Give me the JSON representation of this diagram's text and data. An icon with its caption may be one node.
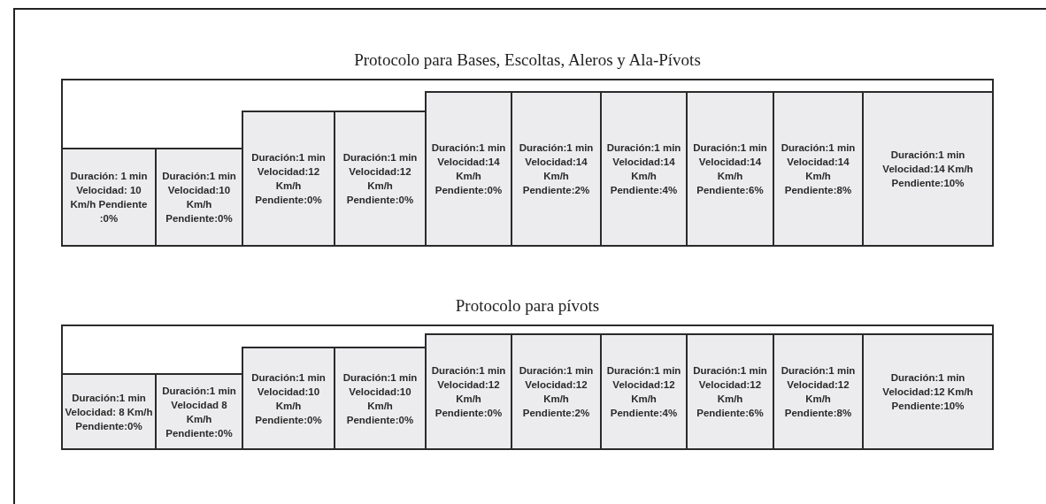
{
  "diagram": {
    "nodes": [
      {
        "text": [
          "Protocolo para Bases, Escoltas, Aleros y Ala-Pívots"
        ]
      },
      {
        "text": [
          "Duración: 1 min Velocidad: 10 Km/h Pendiente :0%"
        ],
        "in": 0
      },
      {
        "text": [
          "Duración:1 min Velocidad:10 Km/h Pendiente:0%"
        ],
        "in": 0
      },
      {
        "text": [
          "Duración:1 min Velocidad:12 Km/h Pendiente:0%"
        ],
        "in": 0
      },
      {
        "text": [
          "Duración:1 min Velocidad:12 Km/h Pendiente:0%"
        ],
        "in": 0
      },
      {
        "text": [
          "Duración:1 min Velocidad:14 Km/h Pendiente:0%"
        ],
        "in": 0
      },
      {
        "text": [
          "Duración:1 min Velocidad:14 Km/h Pendiente:2%"
        ],
        "in": 0
      },
      {
        "text": [
          "Duración:1 min Velocidad:14 Km/h Pendiente:4%"
        ],
        "in": 0
      },
      {
        "text": [
          "Duración:1 min Velocidad:14 Km/h Pendiente:6%"
        ],
        "in": 0
      },
      {
        "text": [
          "Duración:1 min Velocidad:14 Km/h Pendiente:8%"
        ],
        "in": 0
      },
      {
        "text": [
          "Duración:1 min Velocidad:14 Km/h Pendiente:10%"
        ],
        "in": 0
      },
      {
        "text": [
          "Protocolo para pívots"
        ]
      },
      {
        "text": [
          "Duración:1 min Velocidad: 8 Km/h Pendiente:0%"
        ],
        "in": 11
      },
      {
        "text": [
          "Duración:1 min Velocidad 8 Km/h Pendiente:0%"
        ],
        "in": 11
      },
      {
        "text": [
          "Duración:1 min Velocidad:10 Km/h Pendiente:0%"
        ],
        "in": 11
      },
      {
        "text": [
          "Duración:1 min Velocidad:10 Km/h Pendiente:0%"
        ],
        "in": 11
      },
      {
        "text": [
          "Duración:1 min Velocidad:12 Km/h Pendiente:0%"
        ],
        "in": 11
      },
      {
        "text": [
          "Duración:1 min Velocidad:12 Km/h Pendiente:2%"
        ],
        "in": 11
      },
      {
        "text": [
          "Duración:1 min Velocidad:12 Km/h Pendiente:4%"
        ],
        "in": 11
      },
      {
        "text": [
          "Duración:1 min Velocidad:12 Km/h Pendiente:6%"
        ],
        "in": 11
      },
      {
        "text": [
          "Duración:1 min Velocidad:12 Km/h Pendiente:8%"
        ],
        "in": 11
      },
      {
        "text": [
          "Duración:1 min Velocidad:12 Km/h Pendiente:10%"
        ],
        "in": 11
      }
    ]
  }
}
